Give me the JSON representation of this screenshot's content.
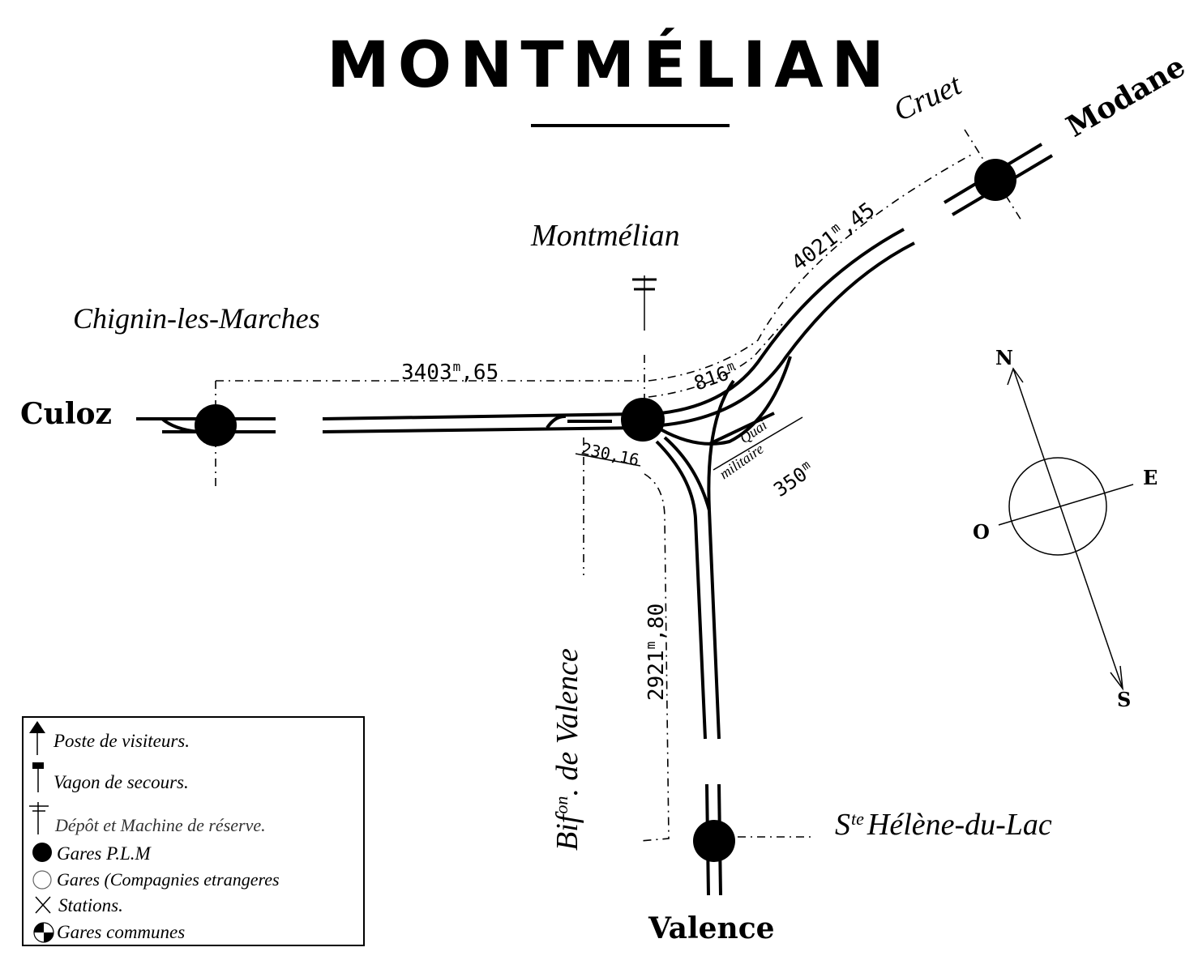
{
  "title": "MONTMÉLIAN",
  "stations": {
    "culoz": "Culoz",
    "chignin": "Chignin-les-Marches",
    "montmelian": "Montmélian",
    "cruet": "Cruet",
    "modane": "Modane",
    "ste_prefix": "S",
    "ste_sup": "te",
    "ste_rest": "Hélène-du-Lac",
    "valence": "Valence",
    "bif_prefix": "Bif",
    "bif_sup": "on",
    "bif_rest": ". de Valence"
  },
  "distances": {
    "d1_main": "3403",
    "d1_sup": "m",
    "d1_dec": ",65",
    "d2_main": "4021",
    "d2_sup": "m",
    "d2_dec": ",45",
    "d3": "816",
    "d3_sup": "m",
    "d4": "230,16",
    "d5_main": "2921",
    "d5_sup": "m",
    "d5_dec": ",80",
    "d6": "350",
    "d6_sup": "m",
    "quai_1": "Quai",
    "quai_2": "militaire"
  },
  "compass": {
    "n": "N",
    "e": "E",
    "o": "O",
    "s": "S"
  },
  "legend": [
    {
      "icon": "poste-visiteurs-icon",
      "label": "Poste de visiteurs."
    },
    {
      "icon": "vagon-secours-icon",
      "label": "Vagon de secours."
    },
    {
      "icon": "depot-icon",
      "label": "Dépôt et Machine de réserve."
    },
    {
      "icon": "gare-plm-icon",
      "label": "Gares P.L.M"
    },
    {
      "icon": "gare-etrangere-icon",
      "label": "Gares (Compagnies etrangeres"
    },
    {
      "icon": "station-icon",
      "label": "Stations."
    },
    {
      "icon": "gare-commune-icon",
      "label": "Gares communes"
    }
  ]
}
